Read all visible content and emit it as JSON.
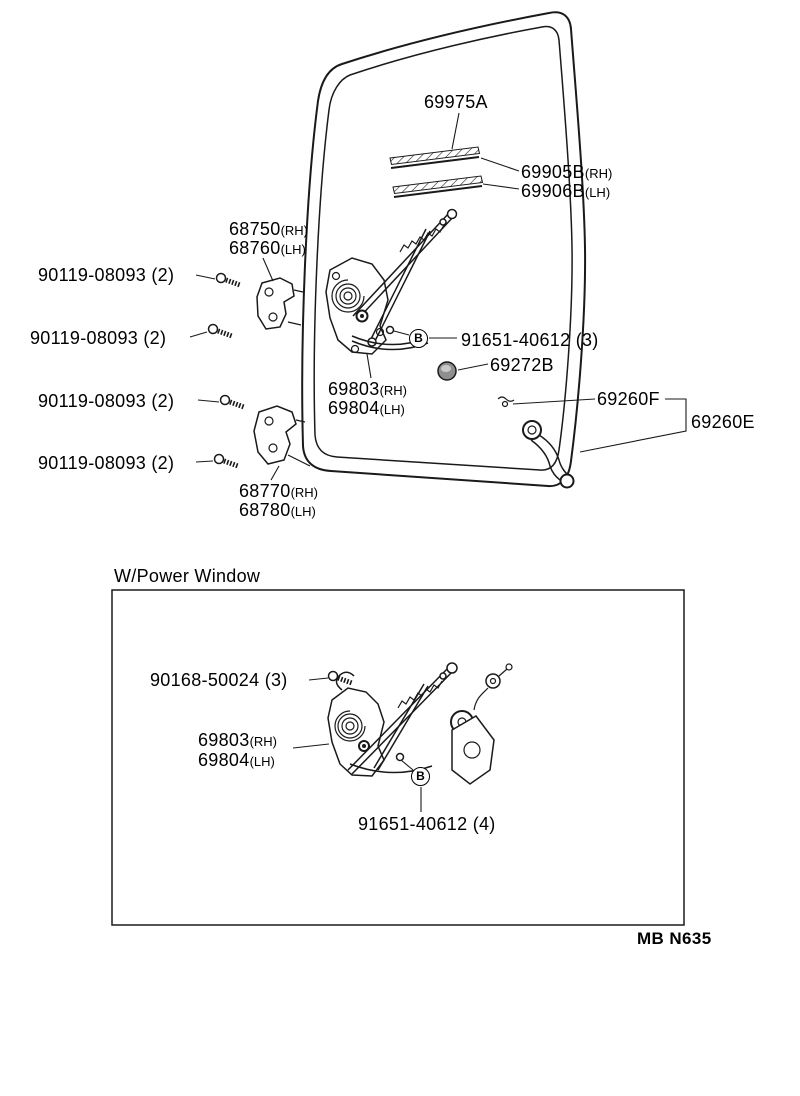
{
  "main_diagram": {
    "callouts": {
      "weatherstrip": {
        "part": "69975A"
      },
      "moulding_rh": {
        "part": "69905B",
        "side": "(RH)"
      },
      "moulding_lh": {
        "part": "69906B",
        "side": "(LH)"
      },
      "hinge_upper_rh": {
        "part": "68750",
        "side": "(RH)"
      },
      "hinge_upper_lh": {
        "part": "68760",
        "side": "(LH)"
      },
      "hinge_bolt_1": {
        "part": "90119-08093 (2)"
      },
      "hinge_bolt_2": {
        "part": "90119-08093 (2)"
      },
      "hinge_bolt_3": {
        "part": "90119-08093 (2)"
      },
      "hinge_bolt_4": {
        "part": "90119-08093 (2)"
      },
      "regulator_bolt": {
        "marker": "B",
        "part": "91651-40612 (3)"
      },
      "grommet": {
        "part": "69272B"
      },
      "regulator_rh": {
        "part": "69803",
        "side": "(RH)"
      },
      "regulator_lh": {
        "part": "69804",
        "side": "(LH)"
      },
      "handle_pad": {
        "part": "69260F"
      },
      "handle_assy": {
        "part": "69260E"
      },
      "hinge_lower_rh": {
        "part": "68770",
        "side": "(RH)"
      },
      "hinge_lower_lh": {
        "part": "68780",
        "side": "(LH)"
      }
    }
  },
  "power_window_section": {
    "title": "W/Power Window",
    "callouts": {
      "screw": {
        "part": "90168-50024 (3)"
      },
      "regulator_rh": {
        "part": "69803",
        "side": "(RH)"
      },
      "regulator_lh": {
        "part": "69804",
        "side": "(LH)"
      },
      "regulator_bolt": {
        "marker": "B",
        "part": "91651-40612 (4)"
      }
    }
  },
  "footer": {
    "code": "MB N635"
  }
}
